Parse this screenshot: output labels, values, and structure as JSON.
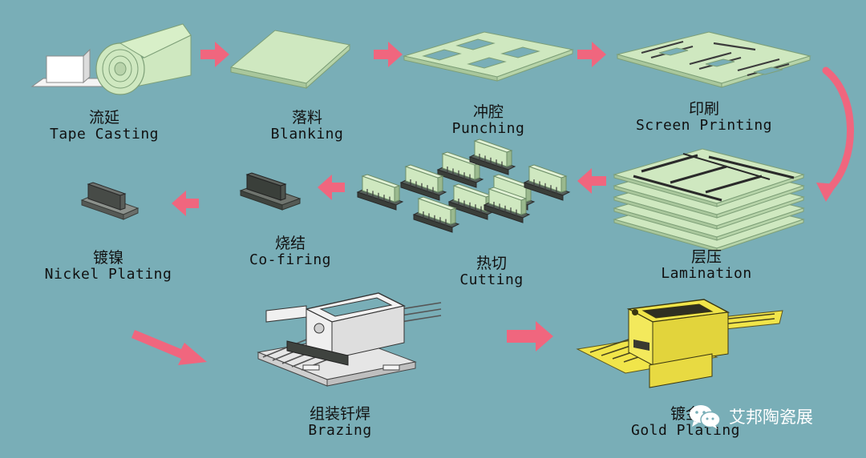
{
  "colors": {
    "background": "#79aeb7",
    "arrow": "#f0667e",
    "green_sheet": "#cfe8c0",
    "green_edge": "#7d9f77",
    "part_dark": "#4a4f4a",
    "gold": "#f1e54a",
    "metal": "#e8e8e8"
  },
  "steps": [
    {
      "id": "tape-casting",
      "zh": "流延",
      "en": "Tape Casting",
      "icon": "tape-roll-icon"
    },
    {
      "id": "blanking",
      "zh": "落料",
      "en": "Blanking",
      "icon": "green-sheet-icon"
    },
    {
      "id": "punching",
      "zh": "冲腔",
      "en": "Punching",
      "icon": "punched-sheet-icon"
    },
    {
      "id": "screen-printing",
      "zh": "印刷",
      "en": "Screen Printing",
      "icon": "printed-sheet-icon"
    },
    {
      "id": "lamination",
      "zh": "层压",
      "en": "Lamination",
      "icon": "laminated-stack-icon"
    },
    {
      "id": "cutting",
      "zh": "热切",
      "en": "Cutting",
      "icon": "cut-parts-icon"
    },
    {
      "id": "co-firing",
      "zh": "烧结",
      "en": "Co-firing",
      "icon": "fired-part-icon"
    },
    {
      "id": "nickel-plating",
      "zh": "镀镍",
      "en": "Nickel Plating",
      "icon": "nickel-part-icon"
    },
    {
      "id": "brazing",
      "zh": "组装钎焊",
      "en": "Brazing",
      "icon": "brazed-package-icon"
    },
    {
      "id": "gold-plating",
      "zh": "镀金",
      "en": "Gold Plating",
      "icon": "gold-package-icon"
    }
  ],
  "watermark": {
    "text": "艾邦陶瓷展",
    "icon": "wechat-icon"
  }
}
